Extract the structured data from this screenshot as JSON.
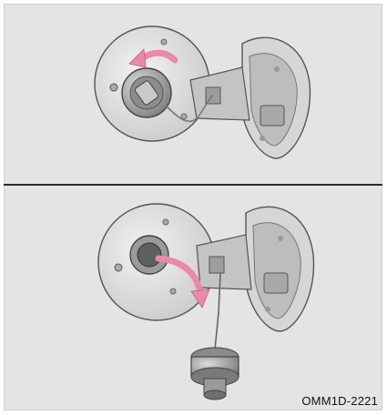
{
  "figure": {
    "code": "OMM1D-2221",
    "colors": {
      "background": "#e4e4e4",
      "metal": "#d9d9d9",
      "shadow": "#9a9a9a",
      "outline": "#555555",
      "arrow": "#e98aa8"
    },
    "steps": [
      {
        "arrow_direction": "counterclockwise",
        "icon": "fuel-cap-open-icon"
      },
      {
        "arrow_direction": "downward",
        "icon": "fuel-cap-hanging-icon"
      }
    ]
  }
}
